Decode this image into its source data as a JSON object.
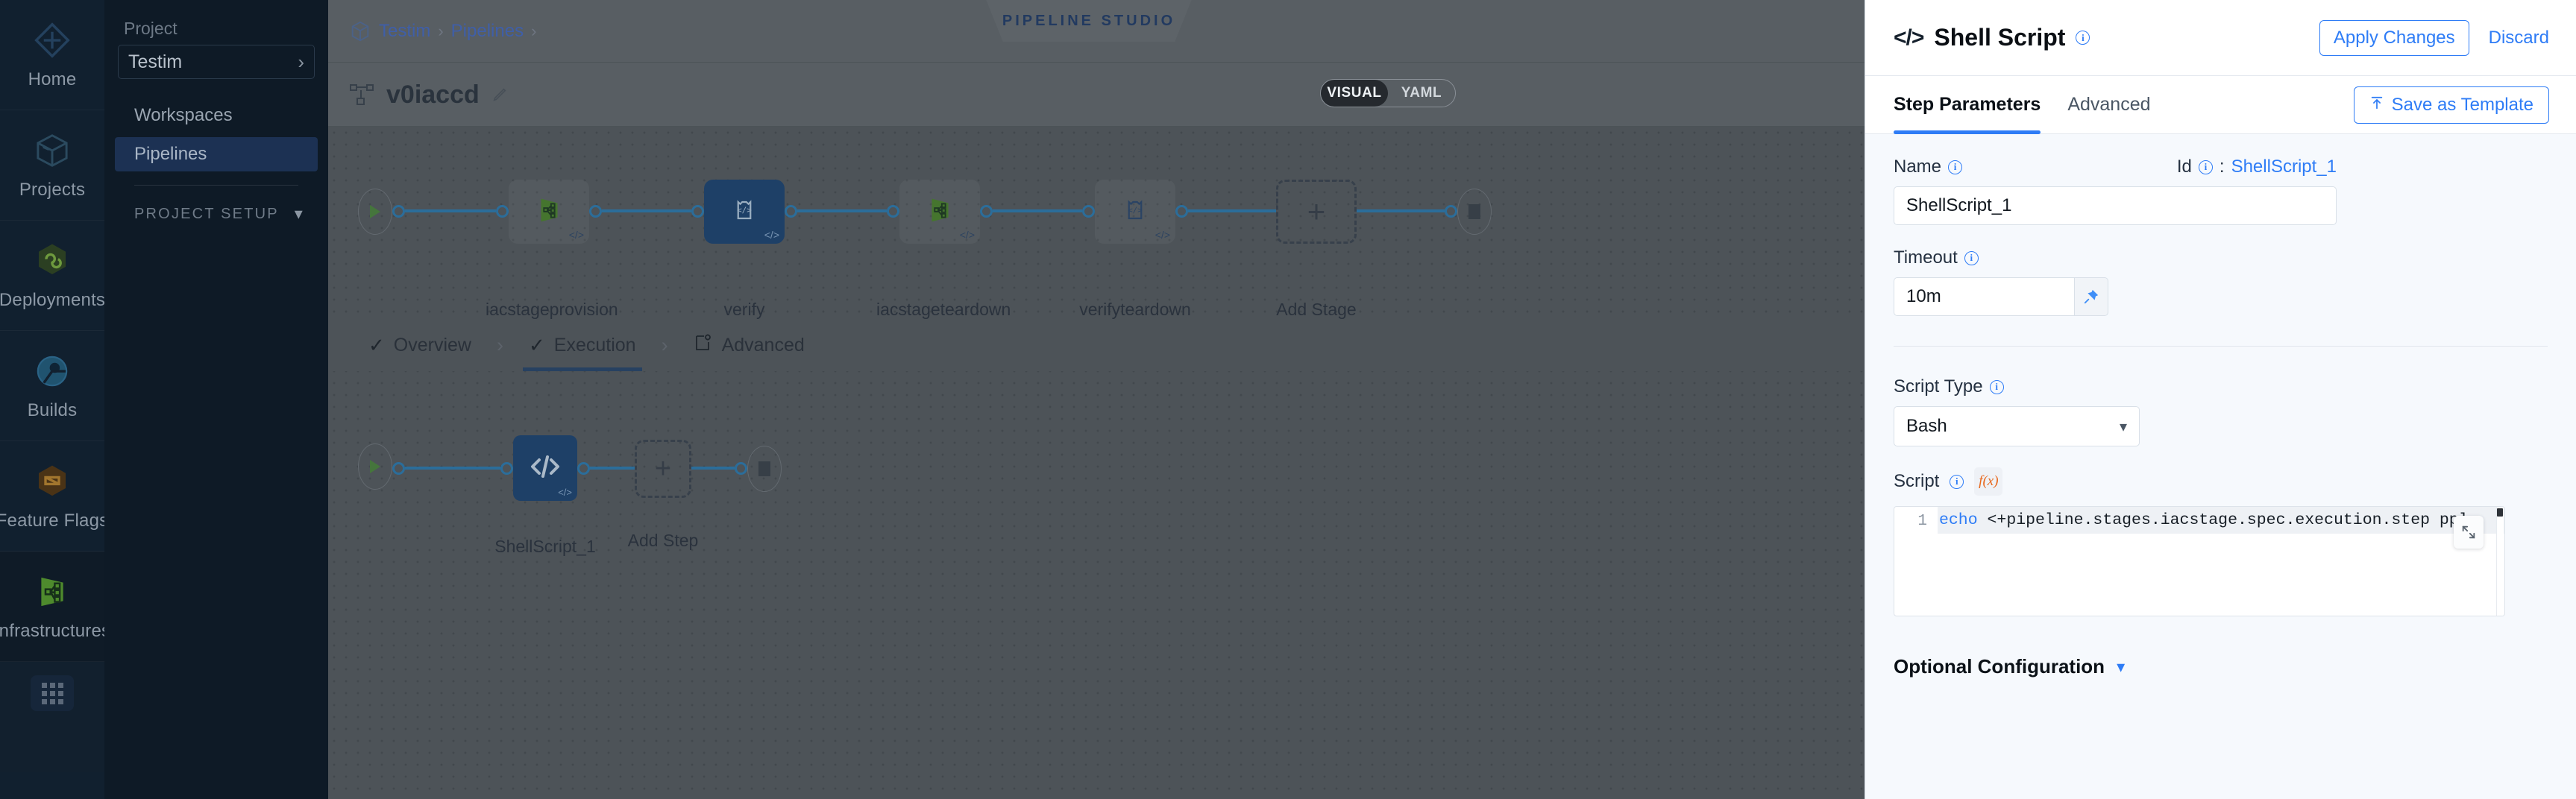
{
  "rail": {
    "items": [
      {
        "label": "Home",
        "icon": "home-diamond-icon"
      },
      {
        "label": "Projects",
        "icon": "cube-icon"
      },
      {
        "label": "Deployments",
        "icon": "infinity-hex-icon"
      },
      {
        "label": "Builds",
        "icon": "build-circle-icon"
      },
      {
        "label": "Feature Flags",
        "icon": "flag-hex-icon"
      },
      {
        "label": "Infrastructures",
        "icon": "infrastructure-icon"
      }
    ],
    "grid_button": "apps-grid-icon"
  },
  "subnav": {
    "project_caption": "Project",
    "project_name": "Testim",
    "links": [
      {
        "label": "Workspaces",
        "active": false
      },
      {
        "label": "Pipelines",
        "active": true
      }
    ],
    "setup_label": "PROJECT SETUP"
  },
  "studio": {
    "breadcrumb": [
      "Testim",
      "Pipelines"
    ],
    "studio_tag": "PIPELINE STUDIO",
    "pipeline_name": "v0iaccd",
    "view_toggle": {
      "options": [
        "VISUAL",
        "YAML"
      ],
      "selected": "VISUAL"
    },
    "close_label": "×",
    "stages": [
      {
        "name": "iacstageprovision",
        "selected": false,
        "icon": "infrastructure-stage-icon"
      },
      {
        "name": "verify",
        "selected": true,
        "icon": "custom-stage-icon"
      },
      {
        "name": "iacstageteardown",
        "selected": false,
        "icon": "infrastructure-stage-icon"
      },
      {
        "name": "verifyteardown",
        "selected": false,
        "icon": "custom-stage-icon"
      }
    ],
    "add_stage_label": "Add Stage",
    "tabs": [
      {
        "label": "Overview",
        "check": true,
        "active": false
      },
      {
        "label": "Execution",
        "check": true,
        "active": true
      },
      {
        "label": "Advanced",
        "check": false,
        "active": false
      }
    ],
    "steps": [
      {
        "name": "ShellScript_1",
        "selected": true,
        "icon": "code-step-icon"
      }
    ],
    "add_step_label": "Add Step"
  },
  "panel": {
    "title": "Shell Script",
    "title_icon": "code-angle-icon",
    "apply_label": "Apply Changes",
    "discard_label": "Discard",
    "tabs": [
      {
        "label": "Step Parameters",
        "active": true
      },
      {
        "label": "Advanced",
        "active": false
      }
    ],
    "save_template_label": "Save as Template",
    "save_template_icon": "upload-template-icon",
    "name_label": "Name",
    "name_value": "ShellScript_1",
    "id_label": "Id",
    "id_separator": ":",
    "id_value": "ShellScript_1",
    "timeout_label": "Timeout",
    "timeout_value": "10m",
    "pin_icon": "pin-icon",
    "script_type_label": "Script Type",
    "script_type_value": "Bash",
    "script_label": "Script",
    "fx_label": "f(x)",
    "script_line_number": "1",
    "script_keyword": "echo",
    "script_body": " <+pipeline.stages.iacstage.spec.execution.step   ppl",
    "expand_icon": "expand-icon",
    "optional_config_label": "Optional Configuration"
  },
  "colors": {
    "accent_blue": "#2e7cf6",
    "node_blue": "#1c4677",
    "link_blue": "#2c7fb8",
    "rail_bg": "#11202f",
    "canvas_bg": "#585e63",
    "panel_bg": "#f6f9fd",
    "green": "#4d8a3f",
    "close_btn": "#5691b5"
  }
}
